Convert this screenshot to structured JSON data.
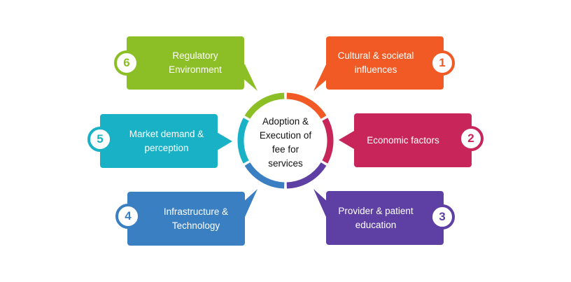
{
  "center": {
    "label": "Adoption &\nExecution of\nfee for\nservices"
  },
  "items": [
    {
      "number": "1",
      "label": "Cultural & societal\ninfluences",
      "color": "#f15a24"
    },
    {
      "number": "2",
      "label": "Economic factors",
      "color": "#c8255a"
    },
    {
      "number": "3",
      "label": "Provider & patient\neducation",
      "color": "#5e3fa3"
    },
    {
      "number": "4",
      "label": "Infrastructure &\nTechnology",
      "color": "#3a7fc1"
    },
    {
      "number": "5",
      "label": "Market demand &\nperception",
      "color": "#19b1c6"
    },
    {
      "number": "6",
      "label": "Regulatory\nEnvironment",
      "color": "#8cbf26"
    }
  ]
}
